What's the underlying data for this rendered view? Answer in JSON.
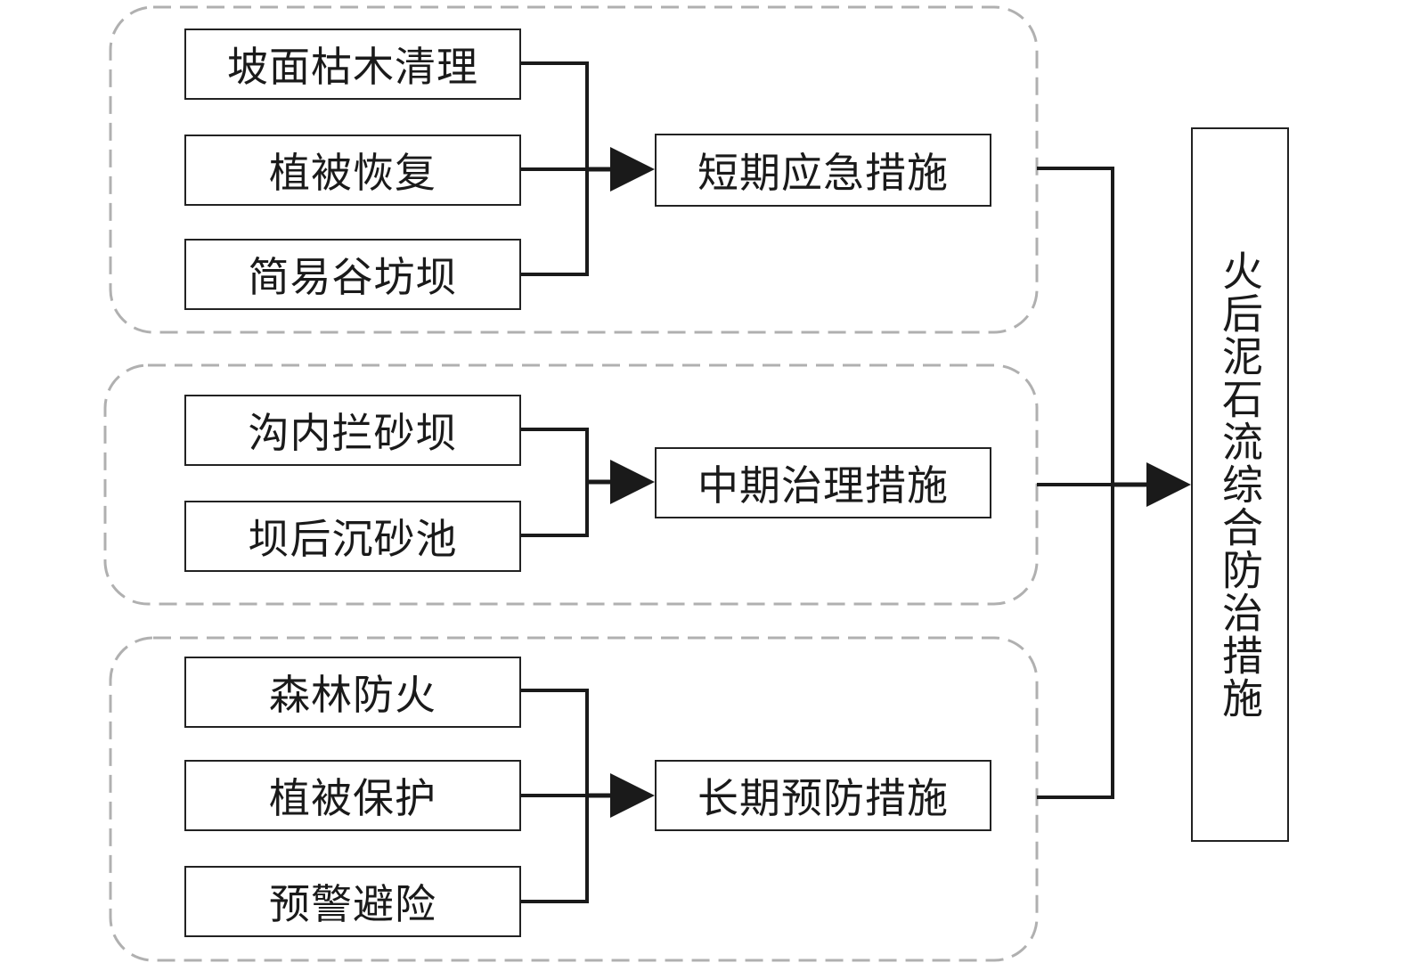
{
  "diagram": {
    "root": {
      "label": "火后泥石流综合防治措施"
    },
    "groups": [
      {
        "label": "短期应急措施",
        "items": [
          "坡面枯木清理",
          "植被恢复",
          "简易谷坊坝"
        ]
      },
      {
        "label": "中期治理措施",
        "items": [
          "沟内拦砂坝",
          "坝后沉砂池"
        ]
      },
      {
        "label": "长期预防措施",
        "items": [
          "森林防火",
          "植被保护",
          "预警避险"
        ]
      }
    ],
    "colors": {
      "line": "#1a1a1a",
      "dashed_border": "#b0b0b0",
      "box_border": "#222222"
    }
  }
}
